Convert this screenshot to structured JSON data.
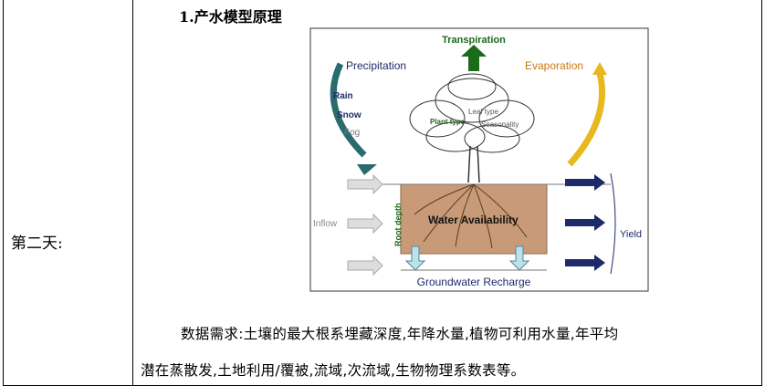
{
  "left_cell": {
    "label": "第二天:"
  },
  "section": {
    "heading": "1.产水模型原理"
  },
  "figure": {
    "transpiration": "Transpiration",
    "precipitation": "Precipitation",
    "evaporation": "Evaporation",
    "rain": "Rain",
    "snow": "Snow",
    "fog": "Fog",
    "leaf_type": "Leaf type",
    "plant_type": "Plant type",
    "seasonality": "Seasonality",
    "inflow": "Inflow",
    "root_depth": "Root depth",
    "water_availability": "Water Availability",
    "yield": "Yield",
    "groundwater_recharge": "Groundwater Recharge",
    "colors": {
      "navy": "#1f2a6b",
      "green": "#1a6b1a",
      "orange": "#c87a10",
      "soil": "#c89a78",
      "gold": "#e8b820",
      "teal": "#2a6b6b"
    }
  },
  "paragraph": {
    "line1": "数据需求:土壤的最大根系埋藏深度,年降水量,植物可利用水量,年平均",
    "line2": "潜在蒸散发,土地利用/覆被,流域,次流域,生物物理系数表等。"
  }
}
